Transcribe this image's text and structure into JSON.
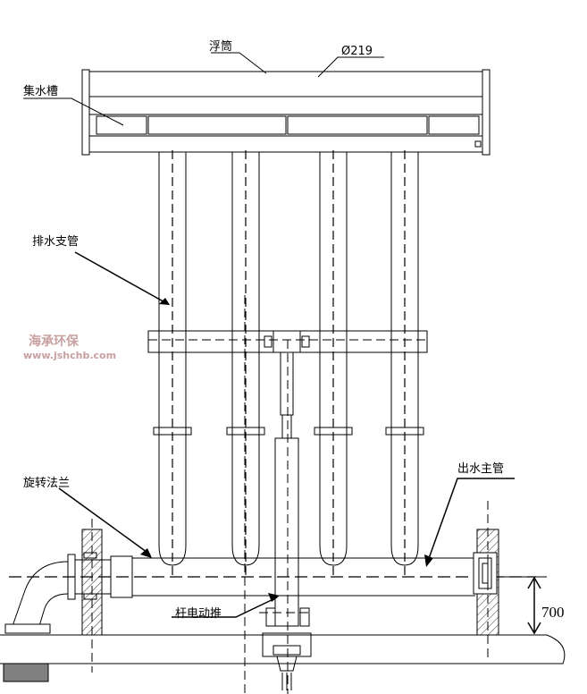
{
  "labels": {
    "float": "浮筒",
    "diameter": "Ø219",
    "collector": "集水槽",
    "branch_pipe": "排水支管",
    "rotary_flange": "旋转法兰",
    "main_outlet": "出水主管",
    "actuator": "杆电动推",
    "height": "700"
  },
  "watermark": {
    "company": "海承环保",
    "url": "www.jshchb.com"
  },
  "colors": {
    "line": "#000000",
    "watermark": "#c8a0a0",
    "motor_box": "#808080"
  }
}
